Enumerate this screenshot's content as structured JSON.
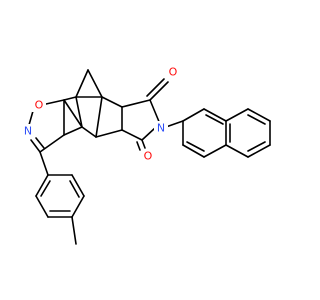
{
  "molecule": {
    "atoms": [
      {
        "id": "O_isox",
        "label": "O",
        "color": "#ff0d0d"
      },
      {
        "id": "N_isox",
        "label": "N",
        "color": "#3050f8"
      },
      {
        "id": "O_top",
        "label": "O",
        "color": "#ff0d0d"
      },
      {
        "id": "O_bot",
        "label": "O",
        "color": "#ff0d0d"
      },
      {
        "id": "N_imide",
        "label": "N",
        "color": "#3050f8"
      }
    ]
  }
}
